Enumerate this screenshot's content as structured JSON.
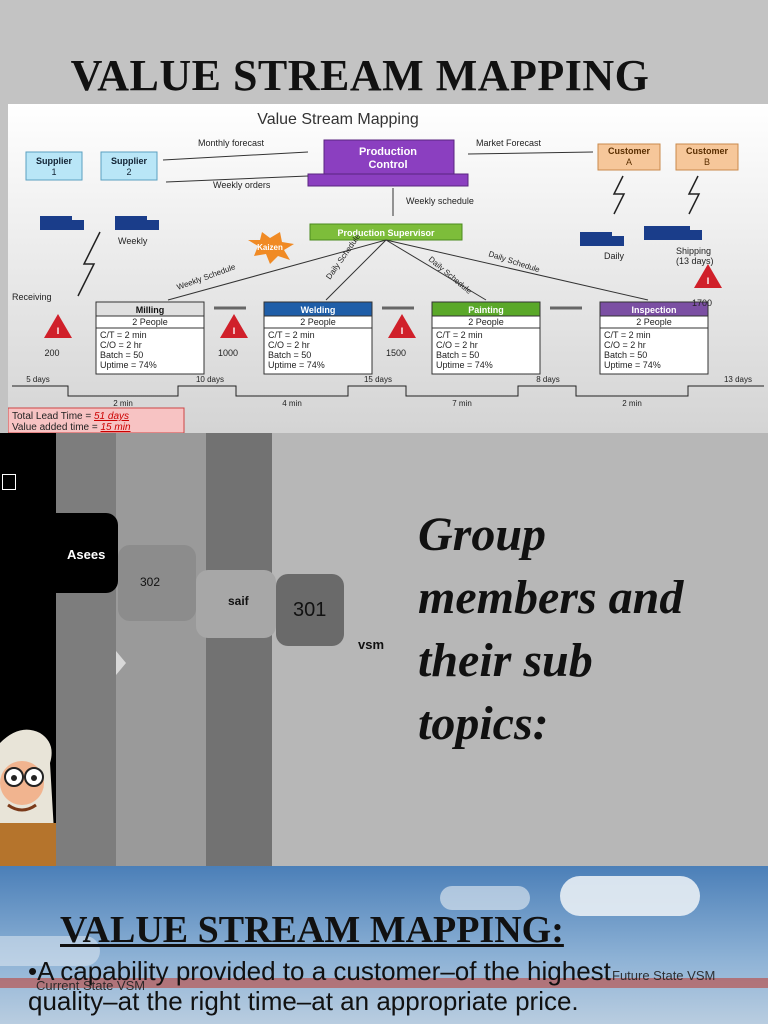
{
  "slide1": {
    "title": "VALUE STREAM MAPPING",
    "diagram": {
      "heading": "Value Stream Mapping",
      "suppliers": [
        "Supplier 1",
        "Supplier 2"
      ],
      "customers": [
        "Customer A",
        "Customer B"
      ],
      "monthly_forecast": "Monthly forecast",
      "market_forecast": "Market Forecast",
      "weekly_orders": "Weekly orders",
      "production_control": [
        "Production",
        "Control"
      ],
      "weekly_schedule": "Weekly schedule",
      "production_supervisor": "Production Supervisor",
      "kaizen": "Kaizen",
      "weekly_label": "Weekly",
      "daily_label": "Daily",
      "shipping": [
        "Shipping",
        "(13 days)"
      ],
      "receiving": "Receiving",
      "schedules": [
        "Weekly Schedule",
        "Daily Schedule",
        "Daily Schedule",
        "Daily Schedule"
      ],
      "processes": [
        {
          "name": "Milling",
          "people": "2 People",
          "ct": "C/T = 2 min",
          "co": "C/O = 2 hr",
          "batch": "Batch = 50",
          "uptime": "Uptime = 74%",
          "color": "#e0e0e0",
          "text": "#111"
        },
        {
          "name": "Welding",
          "people": "2 People",
          "ct": "C/T = 2 min",
          "co": "C/O = 2 hr",
          "batch": "Batch = 50",
          "uptime": "Uptime = 74%",
          "color": "#1f5ea8",
          "text": "#fff"
        },
        {
          "name": "Painting",
          "people": "2 People",
          "ct": "C/T = 2 min",
          "co": "C/O = 2 hr",
          "batch": "Batch = 50",
          "uptime": "Uptime = 74%",
          "color": "#5aa829",
          "text": "#fff"
        },
        {
          "name": "Inspection",
          "people": "2 People",
          "ct": "C/T = 2 min",
          "co": "C/O = 2 hr",
          "batch": "Batch = 50",
          "uptime": "Uptime = 74%",
          "color": "#7b4fa3",
          "text": "#fff"
        }
      ],
      "inventory": [
        "200",
        "1000",
        "1500",
        "1700"
      ],
      "timeline_days": [
        "5 days",
        "10 days",
        "15 days",
        "8 days",
        "13 days"
      ],
      "timeline_mins": [
        "2 min",
        "4 min",
        "7 min",
        "2 min"
      ],
      "lead_time": [
        "Total Lead Time = ",
        "51 days"
      ],
      "value_added": [
        "Value added time = ",
        "15 min"
      ]
    }
  },
  "slide2": {
    "asees": "Asees",
    "n302": "302",
    "saif": "saif",
    "n301": "301",
    "vsm": "vsm",
    "title_lines": [
      "Group",
      "members and",
      "their sub",
      "topics:"
    ]
  },
  "slide3": {
    "title": "VALUE STREAM MAPPING:",
    "bullet1": "•A capability provided to a customer–of the highest",
    "bullet2": "quality–at the right time–at an appropriate price.",
    "ghost1": "Future State VSM",
    "ghost2": "Current State VSM"
  }
}
